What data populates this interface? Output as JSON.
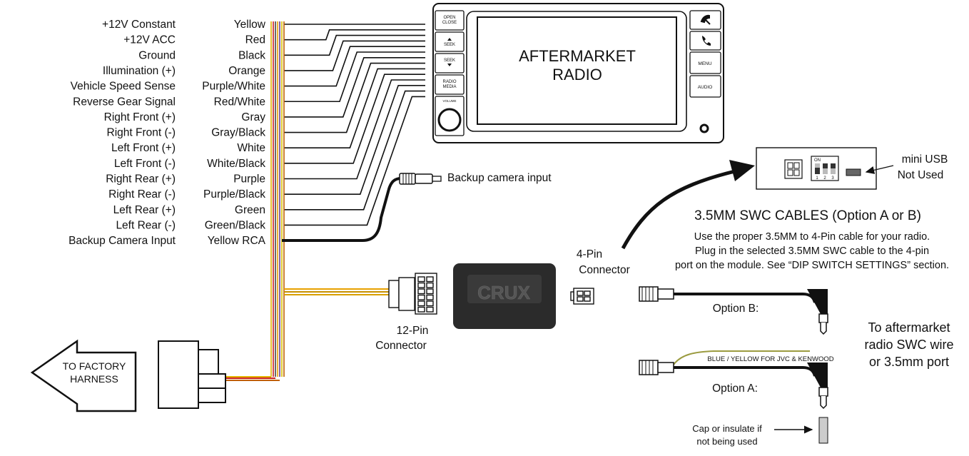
{
  "functions": [
    "+12V Constant",
    "+12V ACC",
    "Ground",
    "Illumination (+)",
    "Vehicle Speed Sense",
    "Reverse Gear Signal",
    "Right Front (+)",
    "Right Front (-)",
    "Left Front (+)",
    "Left Front (-)",
    "Right Rear (+)",
    "Right Rear (-)",
    "Left Rear (+)",
    "Left Rear (-)",
    "Backup Camera Input"
  ],
  "wire_colors": [
    "Yellow",
    "Red",
    "Black",
    "Orange",
    "Purple/White",
    "Red/White",
    "Gray",
    "Gray/Black",
    "White",
    "White/Black",
    "Purple",
    "Purple/Black",
    "Green",
    "Green/Black",
    "Yellow RCA"
  ],
  "radio": {
    "title_line1": "AFTERMARKET",
    "title_line2": "RADIO",
    "btn_open_1": "OPEN",
    "btn_open_2": "CLOSE",
    "btn_seek_up": "SEEK",
    "btn_seek_down": "SEEK",
    "btn_radio_1": "RADIO",
    "btn_radio_2": "MEDIA",
    "volume": "VOLUME",
    "btn_menu": "MENU",
    "btn_audio": "AUDIO"
  },
  "backup_camera_label": "Backup camera input",
  "harness": {
    "line1": "TO FACTORY",
    "line2": "HARNESS"
  },
  "connector12": {
    "line1": "12-Pin",
    "line2": "Connector"
  },
  "module_brand": "CRUX",
  "connector4": {
    "line1": "4-Pin",
    "line2": "Connector"
  },
  "dip": {
    "on": "ON",
    "n1": "1",
    "n2": "2",
    "n3": "3"
  },
  "mini_usb": {
    "line1": "mini USB",
    "line2": "Not Used"
  },
  "swc": {
    "title": "3.5MM SWC CABLES (Option A or B)",
    "desc1": "Use the proper 3.5MM to 4-Pin cable for your radio.",
    "desc2": "Plug in the selected 3.5MM SWC cable to the 4-pin",
    "desc3": "port on the module. See “DIP SWITCH SETTINGS” section."
  },
  "option_b": "Option B:",
  "option_a": "Option A:",
  "blue_yellow": "BLUE / YELLOW FOR JVC & KENWOOD",
  "to_aftermarket": {
    "line1": "To aftermarket",
    "line2": "radio SWC wire",
    "line3": "or 3.5mm port"
  },
  "cap": {
    "line1": "Cap or insulate if",
    "line2": "not being used"
  }
}
